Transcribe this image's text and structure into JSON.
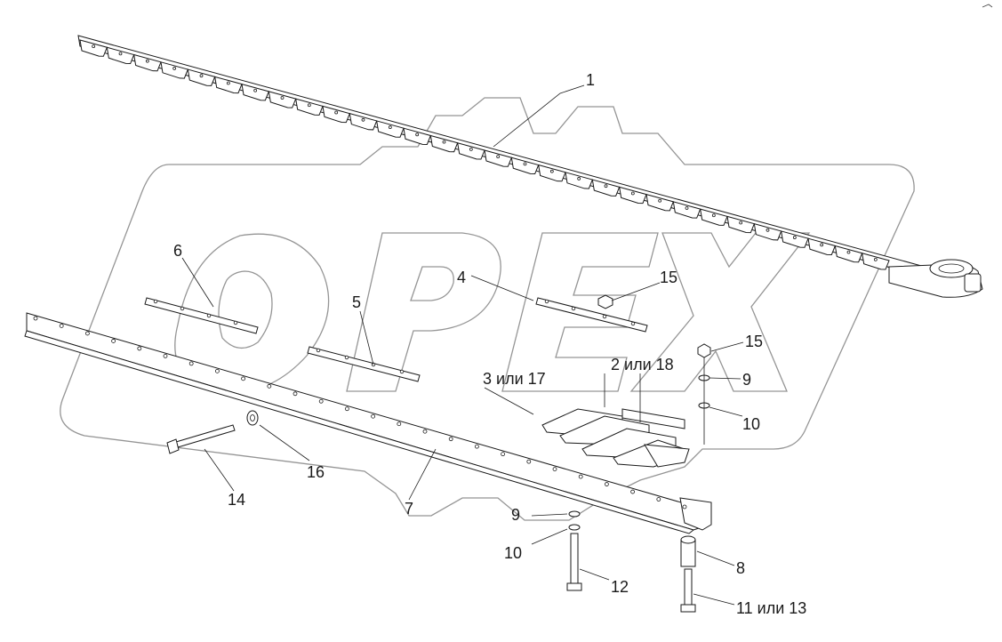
{
  "watermark": {
    "text": "ОРЕХ"
  },
  "corner_mark": "",
  "callouts": [
    {
      "id": "c1",
      "label": "1"
    },
    {
      "id": "c4",
      "label": "4"
    },
    {
      "id": "c15a",
      "label": "15"
    },
    {
      "id": "c6",
      "label": "6"
    },
    {
      "id": "c5",
      "label": "5"
    },
    {
      "id": "c15b",
      "label": "15"
    },
    {
      "id": "c2",
      "label": "2 или 18"
    },
    {
      "id": "c3",
      "label": "3 или 17"
    },
    {
      "id": "c9a",
      "label": "9"
    },
    {
      "id": "c10a",
      "label": "10"
    },
    {
      "id": "c16",
      "label": "16"
    },
    {
      "id": "c14",
      "label": "14"
    },
    {
      "id": "c7",
      "label": "7"
    },
    {
      "id": "c9b",
      "label": "9"
    },
    {
      "id": "c10b",
      "label": "10"
    },
    {
      "id": "c12",
      "label": "12"
    },
    {
      "id": "c8",
      "label": "8"
    },
    {
      "id": "c11",
      "label": "11 или 13"
    }
  ]
}
